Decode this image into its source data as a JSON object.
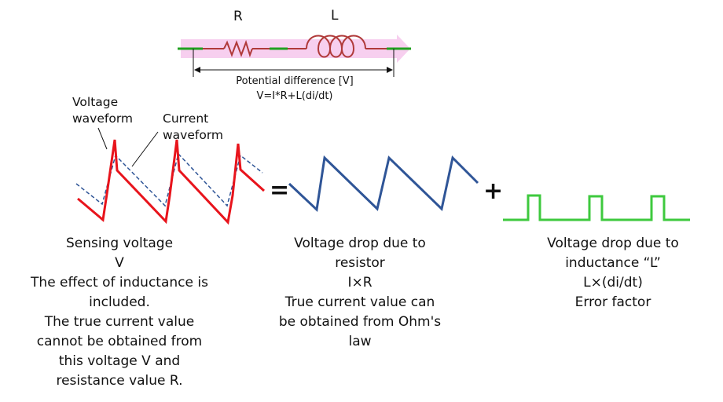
{
  "circuit": {
    "resistor_label": "R",
    "inductor_label": "L",
    "potential_difference": "Potential difference [V]",
    "equation": "V=I*R+L(di/dt)"
  },
  "callouts": {
    "voltage_waveform": [
      "Voltage",
      "waveform"
    ],
    "current_waveform": [
      "Current",
      "waveform"
    ]
  },
  "operators": {
    "equals": "=",
    "plus": "+"
  },
  "descriptions": {
    "sensing": [
      "Sensing voltage",
      "V",
      "The effect of inductance is",
      "included.",
      "The true current value",
      "cannot be obtained from",
      "this voltage V and",
      "resistance value R."
    ],
    "resistor": [
      "Voltage drop due to",
      "resistor",
      "I×R",
      "True current value can",
      "be obtained from Ohm's",
      "law"
    ],
    "inductance": [
      "Voltage drop due to",
      "inductance “L”",
      "L×(di/dt)",
      "Error factor"
    ]
  },
  "colors": {
    "voltage_wave": "#e8141c",
    "current_wave": "#2f5597",
    "resistor_wave": "#2f5597",
    "inductance_wave": "#3ec93e",
    "circuit_wire": "#20a020",
    "resistor_coil": "#b03a3a",
    "current_arrow": "#f6c7ec"
  }
}
